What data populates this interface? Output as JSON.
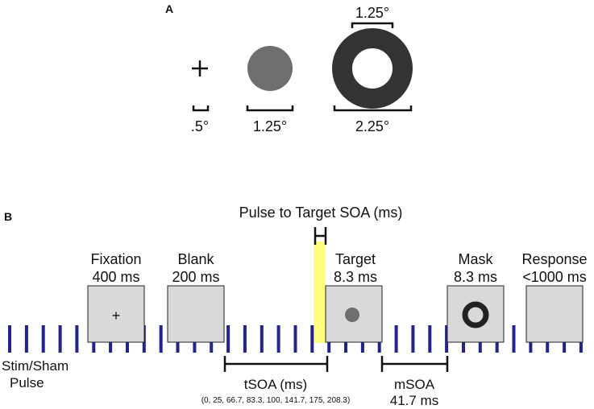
{
  "panel_a": {
    "label": "A",
    "fixation_size": ".5°",
    "target_size": "1.25°",
    "mask_inner_size": "1.25°",
    "mask_outer_size": "2.25°"
  },
  "panel_b": {
    "label": "B",
    "pulse_to_target_label": "Pulse to Target SOA (ms)",
    "stages": [
      {
        "name": "Fixation",
        "duration": "400 ms"
      },
      {
        "name": "Blank",
        "duration": "200 ms"
      },
      {
        "name": "Target",
        "duration": "8.3 ms"
      },
      {
        "name": "Mask",
        "duration": "8.3 ms"
      },
      {
        "name": "Response",
        "duration": "<1000 ms"
      }
    ],
    "fixation_symbol": "+",
    "pulse_label_line1": "Stim/Sham",
    "pulse_label_line2": "Pulse",
    "tsoa_label": "tSOA (ms)",
    "tsoa_values": "(0, 25, 66.7, 83.3, 100, 141.7, 175, 208.3)",
    "msoa_label": "mSOA",
    "msoa_value": "41.7 ms"
  },
  "colors": {
    "pulse_bar": "#23238c",
    "highlight": "#ffff80",
    "screen_fill": "#d9d9d9",
    "target_fill": "#6e6e6e",
    "ring_dark": "#333333"
  }
}
